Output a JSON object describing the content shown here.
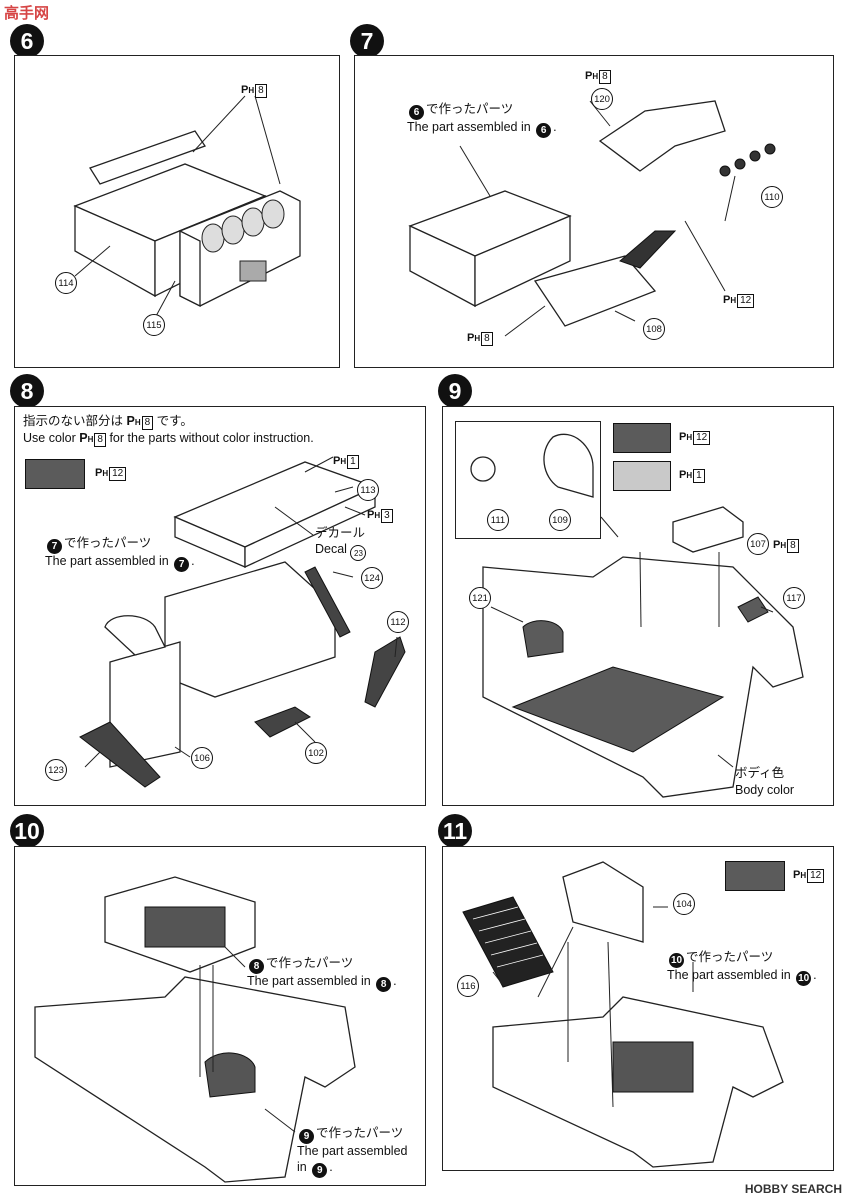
{
  "watermark": "高手网",
  "paint_codes": {
    "ph8": "8",
    "ph12": "12",
    "ph1": "1",
    "ph3": "3"
  },
  "colors": {
    "dark_gray": "#5b5b5b",
    "light_gray": "#c9c9c9"
  },
  "step6": {
    "badge": "6",
    "parts": [
      "114",
      "115"
    ],
    "paint": "8"
  },
  "step7": {
    "badge": "7",
    "ref_jp": "で作ったパーツ",
    "ref_en": "The part assembled in",
    "ref_step": "6",
    "parts": [
      "120",
      "110",
      "108"
    ],
    "paint_top": "8",
    "paint_right": "12",
    "paint_bottom": "8"
  },
  "step8": {
    "badge": "8",
    "note_jp": "指示のない部分は",
    "note_jp_suffix": "です。",
    "note_en_prefix": "Use color",
    "note_en_suffix": "for the parts without color instruction.",
    "note_paint": "8",
    "swatch_paint": "12",
    "ref_jp": "で作ったパーツ",
    "ref_en": "The part assembled in",
    "ref_step": "7",
    "decal_jp": "デカール",
    "decal_en": "Decal",
    "decal_no": "23",
    "parts": [
      "113",
      "124",
      "112",
      "102",
      "106",
      "123"
    ],
    "paint_1": "1",
    "paint_3": "3"
  },
  "step9": {
    "badge": "9",
    "swatch_dark_paint": "12",
    "swatch_light_paint": "1",
    "parts": [
      "111",
      "109",
      "107",
      "121",
      "117"
    ],
    "paint_107": "8",
    "body_jp": "ボディ色",
    "body_en": "Body color"
  },
  "step10": {
    "badge": "10",
    "ref8_jp": "で作ったパーツ",
    "ref8_en": "The part assembled in",
    "ref8_step": "8",
    "ref9_jp": "で作ったパーツ",
    "ref9_en1": "The part assembled",
    "ref9_en2": "in",
    "ref9_step": "9"
  },
  "step11": {
    "badge": "11",
    "swatch_paint": "12",
    "parts": [
      "104",
      "116"
    ],
    "ref_jp": "で作ったパーツ",
    "ref_en": "The part assembled in",
    "ref_step": "10"
  },
  "footer": "HOBBY SEARCH"
}
